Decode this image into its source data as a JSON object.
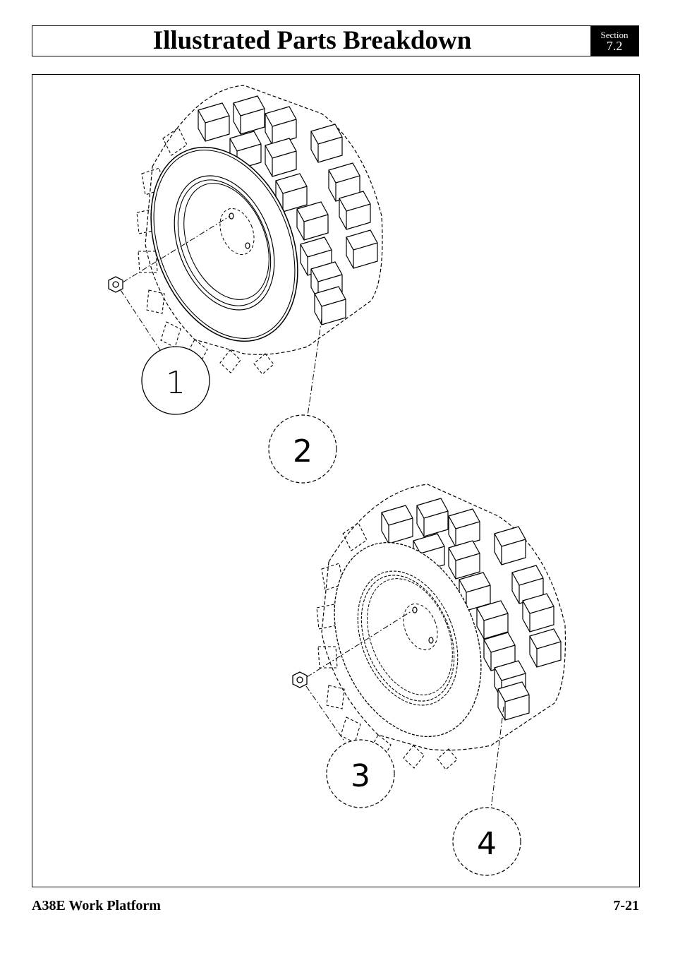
{
  "header": {
    "title": "Illustrated Parts Breakdown",
    "section_label": "Section",
    "section_number": "7.2"
  },
  "figure": {
    "callouts": [
      "1",
      "2",
      "3",
      "4"
    ]
  },
  "footer": {
    "product": "A38E Work Platform",
    "page_number": "7-21"
  }
}
